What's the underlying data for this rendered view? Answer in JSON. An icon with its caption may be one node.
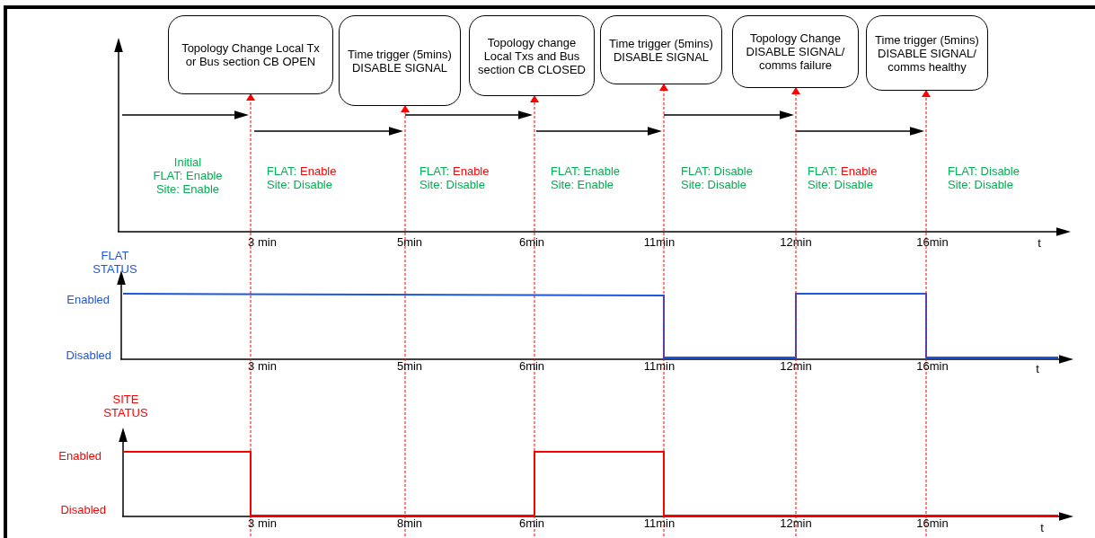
{
  "diagram": {
    "nodes": [
      {
        "text": [
          "Topology Change Local Tx or Bus section CB OPEN"
        ]
      },
      {
        "text": [
          "Time trigger (5mins) DISABLE SIGNAL"
        ]
      },
      {
        "text": [
          "Topology change Local Txs and Bus section CB CLOSED"
        ]
      },
      {
        "text": [
          "Time trigger (5mins) DISABLE SIGNAL"
        ]
      },
      {
        "text": [
          "Topology Change DISABLE SIGNAL/ comms failure"
        ]
      },
      {
        "text": [
          "Time trigger (5mins) DISABLE SIGNAL/ comms healthy"
        ]
      }
    ],
    "edges": [
      {
        "from": null,
        "to": 0,
        "arrow": "to",
        "style": "dashed",
        "color": "#ff0000"
      },
      {
        "from": null,
        "to": 1,
        "arrow": "to",
        "style": "dashed",
        "color": "#ff0000"
      },
      {
        "from": null,
        "to": 2,
        "arrow": "to",
        "style": "dashed",
        "color": "#ff0000"
      },
      {
        "from": null,
        "to": 3,
        "arrow": "to",
        "style": "dashed",
        "color": "#ff0000"
      },
      {
        "from": null,
        "to": 4,
        "arrow": "to",
        "style": "dashed",
        "color": "#ff0000"
      },
      {
        "from": null,
        "to": 5,
        "arrow": "to",
        "style": "dashed",
        "color": "#ff0000"
      }
    ],
    "labels": [
      "Initial",
      "FLAT: Enable",
      "Site: Enable",
      "FLAT:",
      "Enable",
      "Site: Disable",
      "FLAT:",
      "Enable",
      "Site: Disable",
      "FLAT: Enable",
      "Site: Enable",
      "FLAT: Disable",
      "Site: Disable",
      "FLAT:",
      "Enable",
      "Site: Disable",
      "FLAT: Disable",
      "Site: Disable",
      "3 min",
      "5min",
      "6min",
      "11min",
      "12min",
      "16min",
      "t",
      "FLAT STATUS",
      "Enabled",
      "Disabled",
      "3 min",
      "5min",
      "6min",
      "11min",
      "12min",
      "16min",
      "t",
      "SITE STATUS",
      "Enabled",
      "Disabled",
      "3 min",
      "8min",
      "6min",
      "11min",
      "12min",
      "16min",
      "t"
    ]
  }
}
